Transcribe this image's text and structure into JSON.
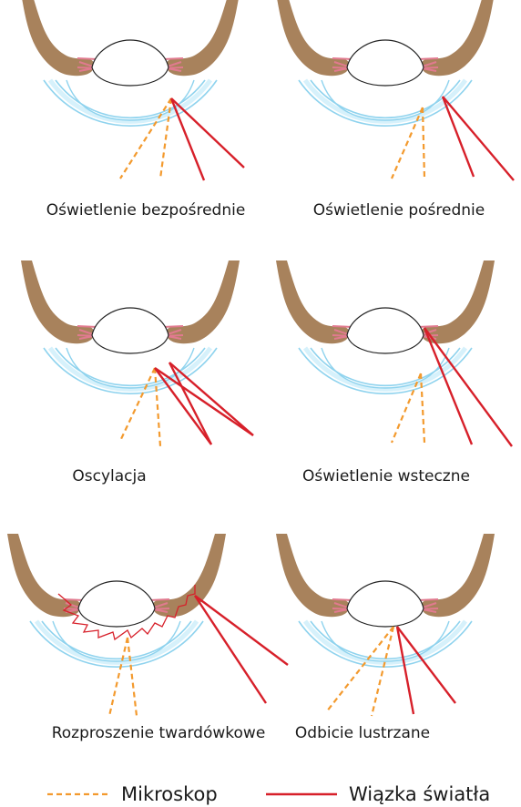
{
  "panels": [
    {
      "id": "direct",
      "caption": "Oświetlenie bezpośrednie"
    },
    {
      "id": "indirect",
      "caption": "Oświetlenie pośrednie"
    },
    {
      "id": "oscillation",
      "caption": "Oscylacja"
    },
    {
      "id": "retro",
      "caption": "Oświetlenie wsteczne"
    },
    {
      "id": "scleral",
      "caption": "Rozproszenie twardówkowe"
    },
    {
      "id": "specular",
      "caption": "Odbicie lustrzane"
    }
  ],
  "legend": {
    "microscope_label": "Mikroskop",
    "light_beam_label": "Wiązka światła"
  },
  "colors": {
    "microscope": "#f39a2e",
    "light_beam": "#d7202a",
    "iris": "#a8825c",
    "cornea": "#8fd3ee",
    "ciliary": "#e17a8f",
    "lens_outline": "#222222"
  }
}
